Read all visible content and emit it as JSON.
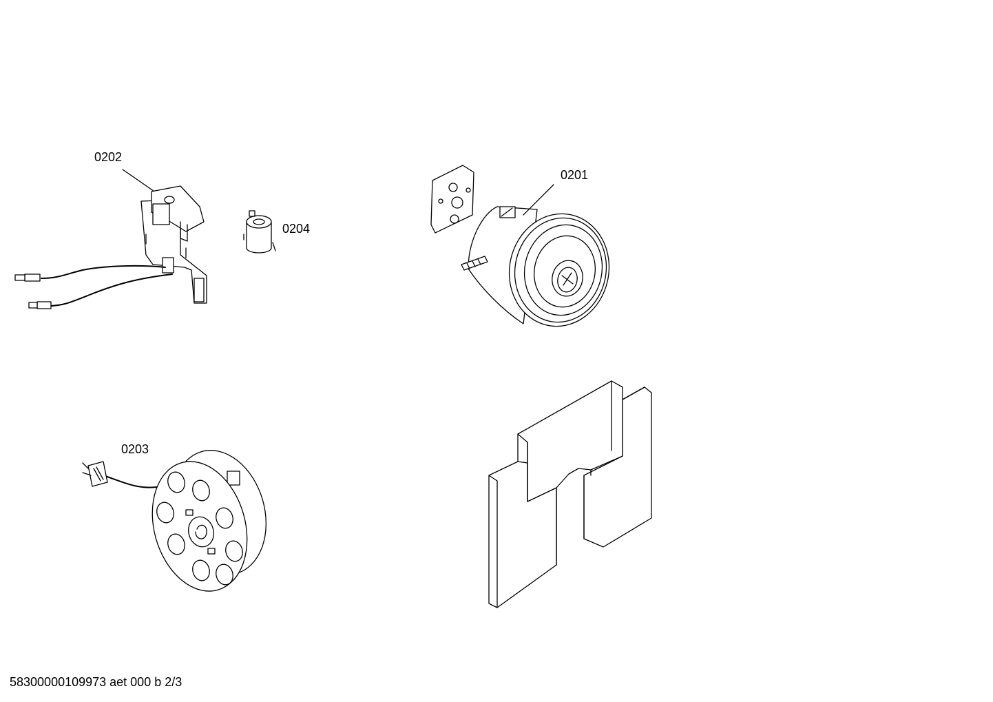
{
  "parts": [
    {
      "id": "p0202",
      "label": "0202",
      "name": "control-module-with-cable"
    },
    {
      "id": "p0204",
      "label": "0204",
      "name": "capacitor-coil"
    },
    {
      "id": "p0201",
      "label": "0201",
      "name": "motor"
    },
    {
      "id": "p0203",
      "label": "0203",
      "name": "cable-reel"
    }
  ],
  "footer": "58300000109973 aet 000 b 2/3",
  "colors": {
    "stroke": "#000000",
    "background": "#ffffff"
  }
}
